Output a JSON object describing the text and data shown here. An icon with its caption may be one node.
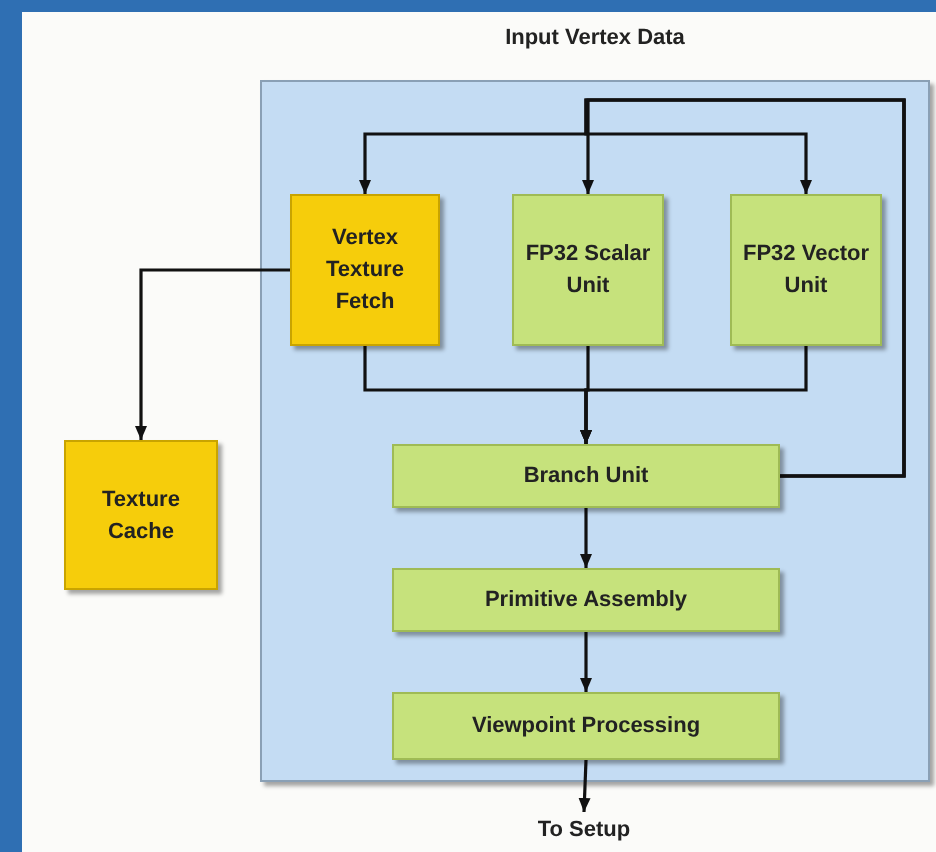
{
  "diagram": {
    "nodes": [
      {
        "text": [
          "Input Vertex Data"
        ]
      },
      {
        "text": [
          "Vertex Texture Fetch"
        ],
        "in": 0
      },
      {
        "text": [
          "FP32 Scalar Unit"
        ],
        "in": 0
      },
      {
        "text": [
          "FP32 Vector Unit"
        ],
        "in": 0
      },
      {
        "text": [
          "Branch Unit"
        ],
        "in": 0
      },
      {
        "text": [
          "Primitive Assembly"
        ],
        "in": 0
      },
      {
        "text": [
          "Viewpoint Processing"
        ],
        "in": 0
      },
      {
        "text": [
          "Texture Cache"
        ]
      },
      {
        "text": [
          "To Setup"
        ]
      }
    ],
    "edges": [
      {
        "from": 4,
        "to": 1,
        "arrow": "to"
      },
      {
        "from": 4,
        "to": 2,
        "arrow": "to"
      },
      {
        "from": 4,
        "to": 3,
        "arrow": "to"
      },
      {
        "from": 1,
        "to": 4,
        "arrow": "to"
      },
      {
        "from": 2,
        "to": 4,
        "arrow": "to"
      },
      {
        "from": 3,
        "to": 4,
        "arrow": "to"
      },
      {
        "from": 1,
        "to": 7,
        "arrow": "to"
      },
      {
        "from": 4,
        "to": 5,
        "arrow": "to"
      },
      {
        "from": 5,
        "to": 6,
        "arrow": "to"
      },
      {
        "from": 6,
        "to": 8,
        "arrow": "to"
      }
    ]
  }
}
